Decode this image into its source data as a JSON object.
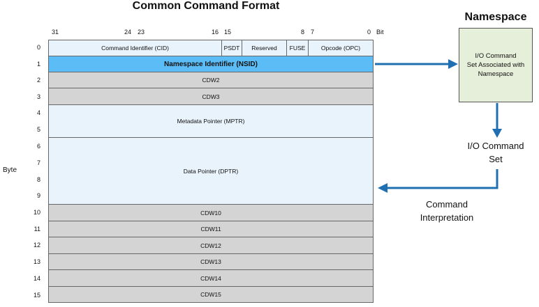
{
  "title": "Common Command Format",
  "bit_labels": [
    "31",
    "24",
    "23",
    "16",
    "15",
    "8",
    "7",
    "0",
    "Bit"
  ],
  "byte_axis_label": "Byte",
  "byte_labels": [
    "0",
    "1",
    "2",
    "3",
    "4",
    "5",
    "6",
    "7",
    "8",
    "9",
    "10",
    "11",
    "12",
    "13",
    "14",
    "15"
  ],
  "row0": {
    "cid": "Command Identifier (CID)",
    "psdt": "PSDT",
    "reserved": "Reserved",
    "fuse": "FUSE",
    "opc": "Opcode (OPC)"
  },
  "nsid": "Namespace Identifier (NSID)",
  "cdw2": "CDW2",
  "cdw3": "CDW3",
  "mptr": "Metadata Pointer (MPTR)",
  "dptr": "Data Pointer (DPTR)",
  "cdw10": "CDW10",
  "cdw11": "CDW11",
  "cdw12": "CDW12",
  "cdw13": "CDW13",
  "cdw14": "CDW14",
  "cdw15": "CDW15",
  "namespace": {
    "title": "Namespace",
    "lines": [
      "I/O Command",
      "Set Associated with",
      "Namespace"
    ]
  },
  "io_command_set": [
    "I/O Command",
    "Set"
  ],
  "command_interpretation": [
    "Command",
    "Interpretation"
  ],
  "colors": {
    "light_cell": "#e9f3fb",
    "grey_cell": "#d4d4d4",
    "nsid_cell": "#5bbcf6",
    "namespace_box": "#e6efd9",
    "arrow": "#1f6fb2"
  }
}
